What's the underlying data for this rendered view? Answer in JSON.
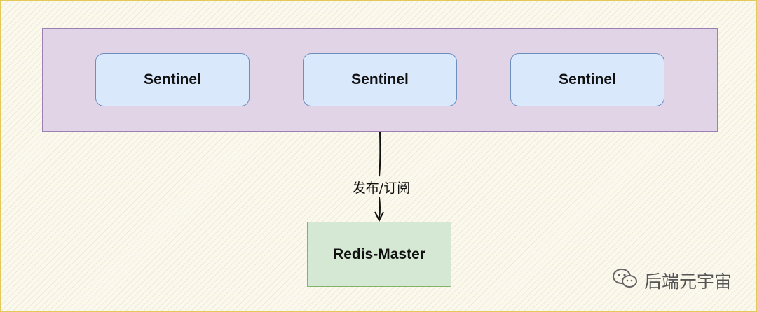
{
  "diagram": {
    "nodes": {
      "sentinels": [
        "Sentinel",
        "Sentinel",
        "Sentinel"
      ],
      "master": "Redis-Master"
    },
    "edge_label": "发布/订阅",
    "colors": {
      "group_fill": "#e1d4e7",
      "group_border": "#9c7fb3",
      "sentinel_fill": "#dae8fc",
      "sentinel_border": "#6c8ebf",
      "master_fill": "#d5e8d4",
      "master_border": "#82b366"
    }
  },
  "watermark": {
    "text": "后端元宇宙",
    "icon": "wechat-icon"
  }
}
